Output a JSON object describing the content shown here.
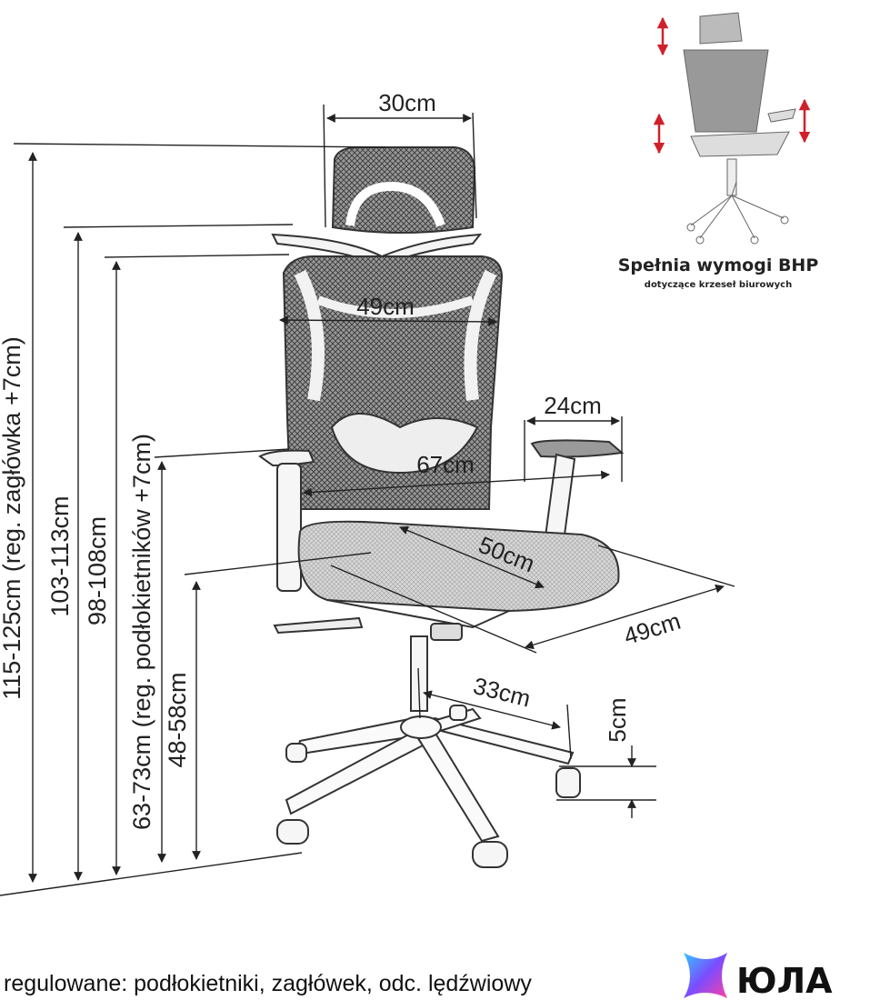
{
  "dimensions": {
    "headrest_width": "30cm",
    "backrest_width": "49cm",
    "armrest_depth": "24cm",
    "total_width": "67cm",
    "seat_depth": "50cm",
    "seat_width": "49cm",
    "base_radius": "33cm",
    "caster_height": "5cm",
    "total_height": "115-125cm (reg. zagłówka +7cm)",
    "height_to_headrest": "103-113cm",
    "backrest_height": "98-108cm",
    "armrest_height": "63-73cm (reg. podłokietników +7cm)",
    "seat_height": "48-58cm"
  },
  "bhp": {
    "title": "Spełnia wymogi BHP",
    "subtitle": "dotyczące krzeseł biurowych"
  },
  "footer": {
    "text": "regulowane: podłokietniki, zagłówek, odc. lędźwiowy",
    "brand": "ЮЛА"
  },
  "colors": {
    "line": "#222222",
    "mesh": "#555555",
    "arrow_red": "#d0202a",
    "logo_gradient": [
      "#33c6ff",
      "#7a4dff",
      "#ff3ea5"
    ]
  }
}
